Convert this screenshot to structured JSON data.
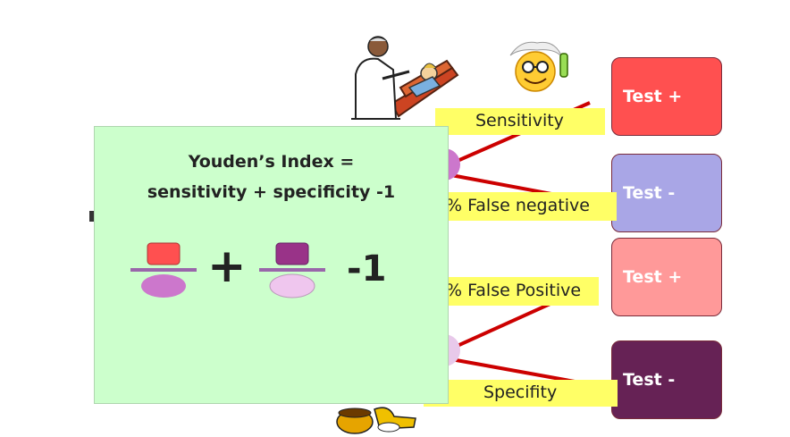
{
  "boxes": {
    "test_pos_1": "Test +",
    "test_neg_1": "Test -",
    "test_pos_2": "Test +",
    "test_neg_2": "Test -"
  },
  "labels": {
    "sensitivity": "Sensitivity",
    "false_negative": "% False negative",
    "false_positive": "% False Positive",
    "specifity": "Specifity"
  },
  "formula": {
    "title_line1": "Youden’s Index =",
    "title_line2": "sensitivity + specificity -1",
    "plus": "+",
    "minus_one": "-1"
  },
  "colors": {
    "panel_bg": "#ccffcc",
    "test_pos_1": "#ff5050",
    "test_neg_1": "#a9a6e6",
    "test_pos_2": "#ff9999",
    "test_neg_2": "#662255",
    "label_bg": "#ffff66",
    "line_red": "#cc0000",
    "fraction_bar": "#9966aa"
  },
  "icons": [
    "doctor-patient-illustration",
    "scientist-smiley-icon",
    "pot-figure-illustration"
  ]
}
